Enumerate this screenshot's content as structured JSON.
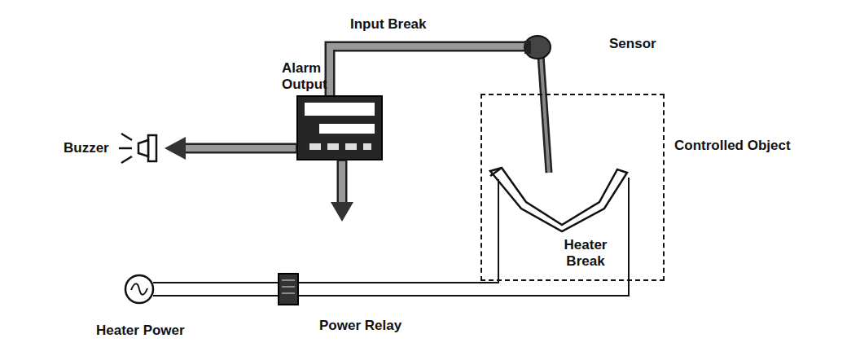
{
  "diagram": {
    "nodes": [
      {
        "text": [
          "Controlled Object",
          "Heater Break"
        ]
      }
    ],
    "labels": [
      "Input Break",
      "Sensor",
      "Alarm Output",
      "Buzzer",
      "Heater Power",
      "Power Relay"
    ]
  }
}
